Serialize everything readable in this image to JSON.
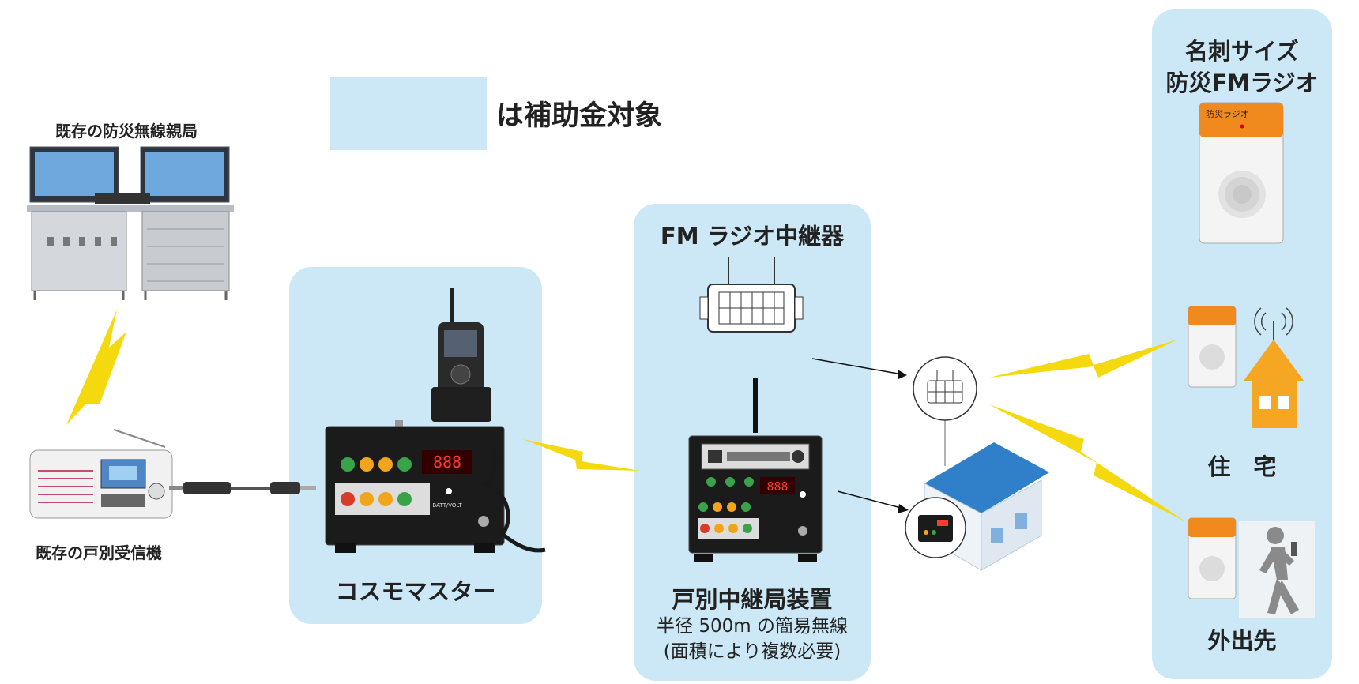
{
  "legend": {
    "text": "は補助金対象",
    "swatch_color": "#cce8f7"
  },
  "colors": {
    "panel": "#cce8f7",
    "lightning": "#f5d90f",
    "radio_orange": "#f08a1f",
    "house_blue": "#2f7fc9"
  },
  "nodes": {
    "base_station": {
      "label": "既存の防災無線親局",
      "icon": "control-console-icon"
    },
    "household_receiver": {
      "label": "既存の戸別受信機",
      "icon": "receiver-radio-icon"
    },
    "cosmo_master": {
      "label": "コスモマスター",
      "icon": "master-unit-icon"
    },
    "fm_repeater": {
      "label": "FM ラジオ中継器",
      "icon": "fm-repeater-icon"
    },
    "relay_station": {
      "label": "戸別中継局装置",
      "desc_line1": "半径 500m の簡易無線",
      "desc_line2": "(面積により複数必要)",
      "icon": "relay-unit-icon"
    },
    "card_radio": {
      "title_line1": "名刺サイズ",
      "title_line2": "防災FMラジオ",
      "device_label": "防災ラジオ",
      "icon": "card-radio-icon"
    },
    "residence": {
      "label": "住　宅",
      "icon": "house-icon"
    },
    "outdoors": {
      "label": "外出先",
      "icon": "walking-person-icon"
    }
  },
  "unit_text": {
    "display_digits": "888",
    "batt_volt": "BATT/VOLT"
  }
}
